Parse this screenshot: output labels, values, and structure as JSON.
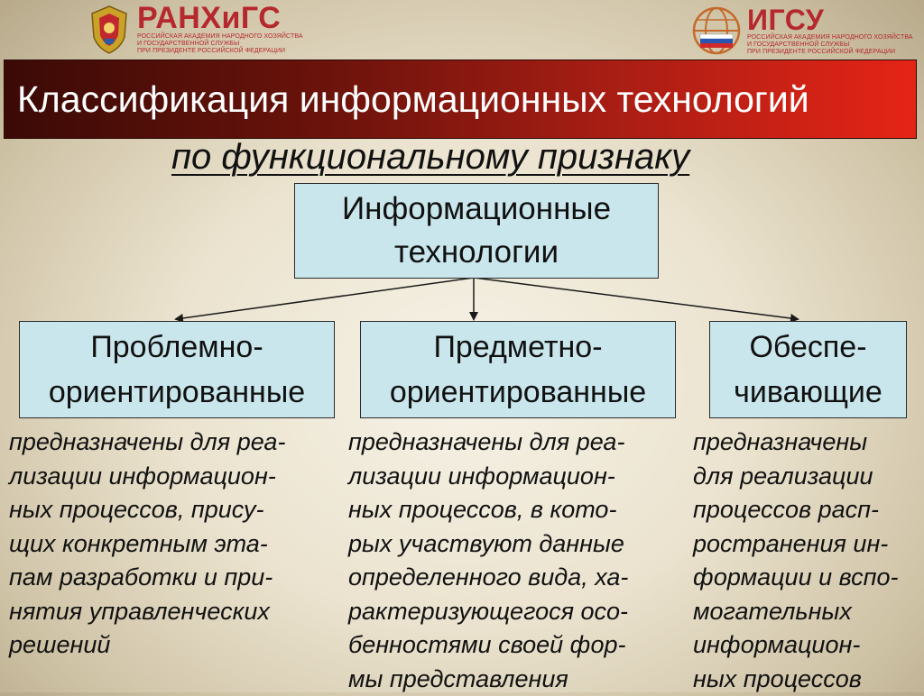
{
  "logos": {
    "left": {
      "name": "РАНХиГС",
      "subtitle_lines": [
        "РОССИЙСКАЯ АКАДЕМИЯ НАРОДНОГО ХОЗЯЙСТВА",
        "И ГОСУДАРСТВЕННОЙ СЛУЖБЫ",
        "ПРИ ПРЕЗИДЕНТЕ РОССИЙСКОЙ ФЕДЕРАЦИИ"
      ]
    },
    "right": {
      "name": "ИГСУ",
      "subtitle_lines": [
        "РОССИЙСКАЯ АКАДЕМИЯ НАРОДНОГО ХОЗЯЙСТВА",
        "И ГОСУДАРСТВЕННОЙ СЛУЖБЫ",
        "ПРИ ПРЕЗИДЕНТЕ РОССИЙСКОЙ ФЕДЕРАЦИИ"
      ]
    }
  },
  "title": "Классификация информационных технологий",
  "subtitle": "по функциональному признаку",
  "root": "Информационные\nтехнологии",
  "categories": [
    {
      "label": "Проблемно-\nориентированные",
      "description": "предназначены для реа-\nлизации информацион-\nных процессов, прису-\nщих конкретным эта-\nпам разработки и при-\nнятия управленческих\nрешений"
    },
    {
      "label": "Предметно-\nориентированные",
      "description": "предназначены для реа-\nлизации информацион-\nных процессов, в кото-\nрых участвуют данные\nопределенного вида, ха-\nрактеризующегося осо-\nбенностями своей фор-\nмы представления"
    },
    {
      "label": "Обеспе-\nчивающие",
      "description": "предназначены\nдля реализации\nпроцессов расп-\nространения ин-\nформации и вспо-\nмогательных\nинформацион-\nных процессов"
    }
  ],
  "colors": {
    "banner_dark": "#3b0a06",
    "banner_bright": "#e52416",
    "box_fill": "#c9e6ec",
    "logo_red": "#b5282e"
  }
}
